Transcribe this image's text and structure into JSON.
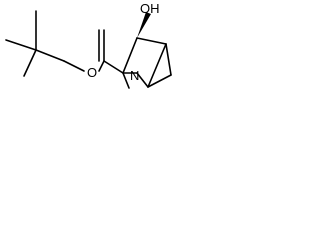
{
  "molecule": {
    "atom_labels": {
      "hydroxyl": "OH",
      "ester_oxygen": "O",
      "nitrogen": "N"
    }
  }
}
